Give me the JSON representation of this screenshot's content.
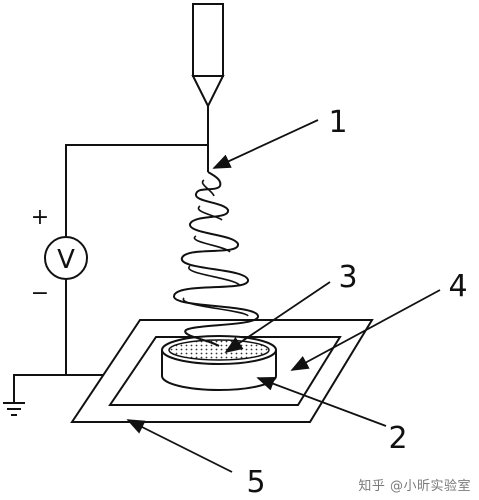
{
  "labels": {
    "l1": "1",
    "l2": "2",
    "l3": "3",
    "l4": "4",
    "l5": "5"
  },
  "voltmeter": "V",
  "polarity": {
    "plus": "+",
    "minus": "−"
  },
  "watermark": "知乎 @小昕实验室"
}
